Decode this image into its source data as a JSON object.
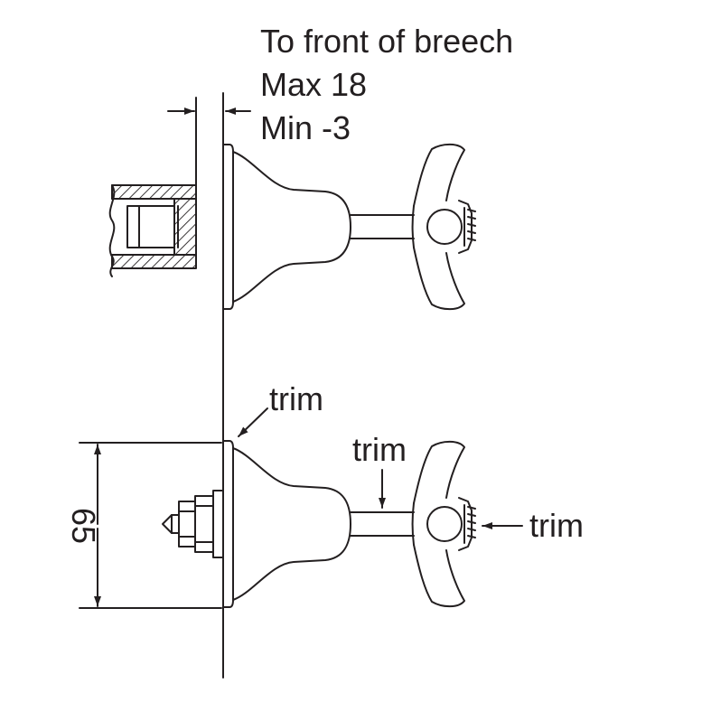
{
  "heading": {
    "line1": "To front of breech",
    "line2": "Max 18",
    "line3": "Min -3"
  },
  "callouts": {
    "trim_flange": "trim",
    "trim_spindle": "trim",
    "trim_handle": "trim"
  },
  "dimension": {
    "height_value": "65"
  },
  "colors": {
    "ink": "#231f20",
    "background": "#ffffff"
  }
}
